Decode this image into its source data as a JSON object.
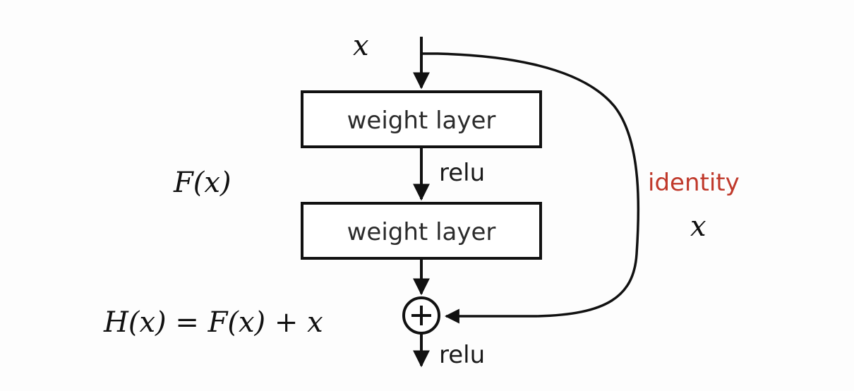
{
  "diagram": {
    "input_label": "x",
    "layers": [
      {
        "label": "weight layer"
      },
      {
        "label": "weight layer"
      }
    ],
    "activation_between": "relu",
    "activation_after": "relu",
    "residual_function_label": "F(x)",
    "output_equation": "H(x) = F(x) + x",
    "shortcut": {
      "label": "identity",
      "value_label": "x",
      "color": "#c0392b"
    },
    "sum_symbol": "+"
  }
}
